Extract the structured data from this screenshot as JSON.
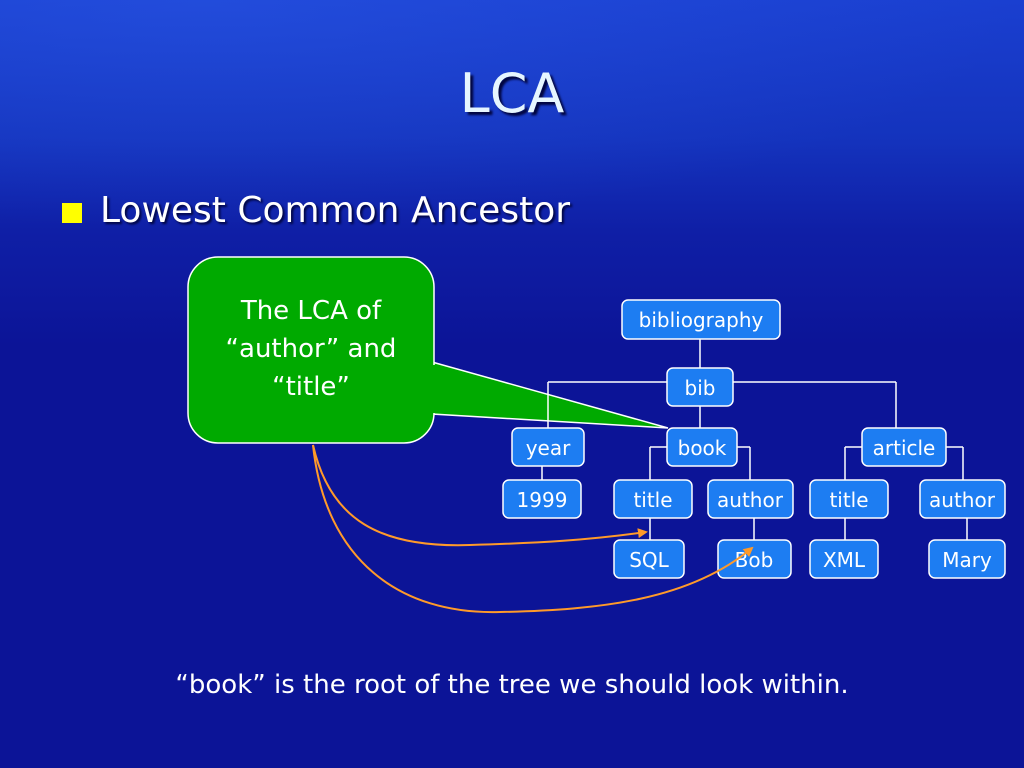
{
  "slide": {
    "title": "LCA",
    "bullet": "Lowest Common Ancestor",
    "callout": {
      "line1": "The LCA of",
      "line2": "“author” and",
      "line3": "“title”"
    },
    "footer": "“book” is the root of the tree we should look within."
  },
  "tree": {
    "bibliography": "bibliography",
    "bib": "bib",
    "year": "year",
    "book": "book",
    "article": "article",
    "year_value": "1999",
    "book_title": "title",
    "book_author": "author",
    "article_title": "title",
    "article_author": "author",
    "book_title_value": "SQL",
    "book_author_value": "Bob",
    "article_title_value": "XML",
    "article_author_value": "Mary"
  },
  "colors": {
    "background": "#0c1497",
    "node_fill": "#1d7df2",
    "callout_fill": "#00aa00",
    "bullet": "#ffff00",
    "arrow": "#ff9a2a"
  }
}
